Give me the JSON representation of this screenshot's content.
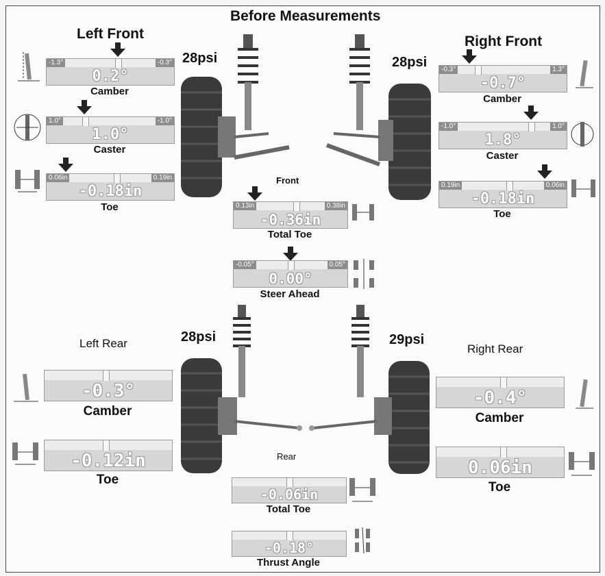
{
  "title": "Before Measurements",
  "front_label": "Front",
  "rear_label": "Rear",
  "left_front": {
    "title": "Left Front",
    "psi": "28psi",
    "camber": {
      "label": "Camber",
      "value": "0.2°",
      "lo": "-1.3°",
      "hi": "-0.3°"
    },
    "caster": {
      "label": "Caster",
      "value": "1.0°",
      "lo": "1.0°",
      "hi": "-1.0°"
    },
    "toe": {
      "label": "Toe",
      "value": "-0.18in",
      "lo": "0.06in",
      "hi": "0.19in"
    }
  },
  "right_front": {
    "title": "Right Front",
    "psi": "28psi",
    "camber": {
      "label": "Camber",
      "value": "-0.7°",
      "lo": "-0.3°",
      "hi": "1.3°"
    },
    "caster": {
      "label": "Caster",
      "value": "1.8°",
      "lo": "-1.0°",
      "hi": "1.0°"
    },
    "toe": {
      "label": "Toe",
      "value": "-0.18in",
      "lo": "0.19in",
      "hi": "0.06in"
    }
  },
  "front_total_toe": {
    "label": "Total Toe",
    "value": "-0.36in",
    "lo": "0.13in",
    "hi": "0.38in"
  },
  "steer_ahead": {
    "label": "Steer Ahead",
    "value": "0.00°",
    "lo": "-0.05°",
    "hi": "0.05°"
  },
  "left_rear": {
    "title": "Left Rear",
    "psi": "28psi",
    "camber": {
      "label": "Camber",
      "value": "-0.3°"
    },
    "toe": {
      "label": "Toe",
      "value": "-0.12in"
    }
  },
  "right_rear": {
    "title": "Right Rear",
    "psi": "29psi",
    "camber": {
      "label": "Camber",
      "value": "-0.4°"
    },
    "toe": {
      "label": "Toe",
      "value": "0.06in"
    }
  },
  "rear_total_toe": {
    "label": "Total Toe",
    "value": "-0.06in"
  },
  "thrust_angle": {
    "label": "Thrust Angle",
    "value": "-0.18°"
  },
  "colors": {
    "gauge_bg": "#d6d6d6",
    "arrow": "#222222",
    "tire": "#3a3a3a"
  }
}
